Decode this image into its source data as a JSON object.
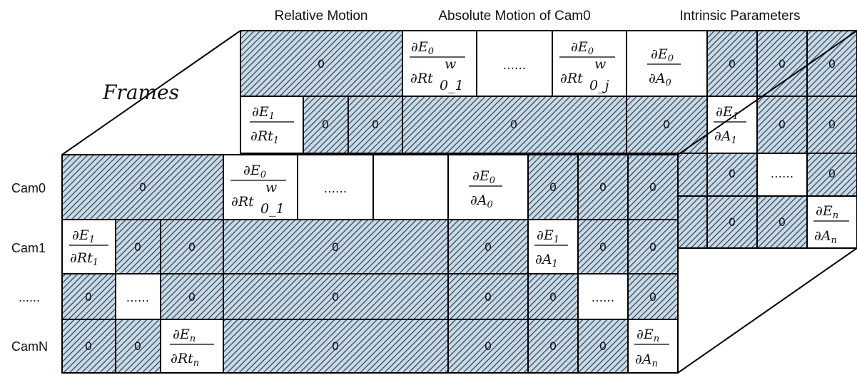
{
  "headers": {
    "relative_motion": "Relative Motion",
    "absolute_motion": "Absolute Motion of Cam0",
    "intrinsic": "Intrinsic Parameters"
  },
  "frames_label": "Frames",
  "row_labels": [
    "Cam0",
    "Cam1",
    "......",
    "CamN"
  ],
  "zero": "0",
  "ellipsis": "......",
  "math": {
    "dE": "∂E",
    "dRt": "∂Rt",
    "dA": "∂A",
    "w": "w",
    "s0": "0",
    "s1": "1",
    "sn": "n",
    "s01": "0_1",
    "s0j": "0_j"
  },
  "colors": {
    "hatch_fill": "#c9d9e6",
    "hatch_line": "#2b3f52",
    "grid_line": "#000000"
  }
}
